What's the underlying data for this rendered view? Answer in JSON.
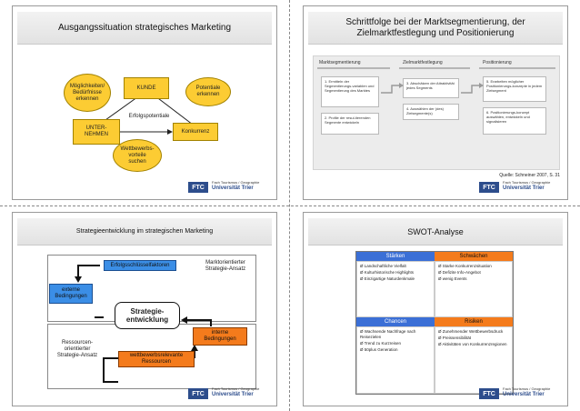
{
  "logo": {
    "mark": "FTC",
    "line1": "Fach Tourismus / Geographie",
    "line2": "Universität Trier",
    "color": "#2d4d8c"
  },
  "slide1": {
    "title": "Ausgangssituation strategisches Marketing",
    "kunde": "KUNDE",
    "moeglichkeiten": "Möglichkeiten/ Bedürfnisse erkennen",
    "potentiale": "Potentiale erkennen",
    "erfolgspotentiale": "Erfolgspotentiale",
    "unternehmen_l1": "UNTER-",
    "unternehmen_l2": "NEHMEN",
    "konkurrenz": "Konkurrenz",
    "wettbewerbs_l1": "Wettbewerbs-",
    "wettbewerbs_l2": "vorteile",
    "wettbewerbs_l3": "suchen"
  },
  "slide2": {
    "title_l1": "Schrittfolge bei der Marktsegmentierung, der",
    "title_l2": "Zielmarktfestlegung und Positionierung",
    "col1": "Marktsegmentierung",
    "col2": "Zielmarktfestlegung",
    "col3": "Positionierung",
    "step1": "1. Ermitteln der Segmentierungs-variablen und Segmentierung des Marktes",
    "step2": "2. Profile der resul-tierenden Segmente entwickeln",
    "step3": "3. Abschätzen der Attraktivität jedes Segments",
    "step4": "4. Auswählen der (des) Zielsegmente(s)",
    "step5": "5. Erarbeiten möglicher Positionierungs-konzepte in jedem Zielsegment",
    "step6": "6. Positionierungs-konzept auswählen, entwickeln und signalisieren",
    "quelle": "Quelle: Schneiner 2007, S. 31"
  },
  "slide3": {
    "title": "Strategieentwicklung im strategischen Marketing",
    "erfolgsschluessel": "Erfolgsschlüsselfaktoren",
    "marktorientiert_l1": "Marktorientierter",
    "marktorientiert_l2": "Strategie-Ansatz",
    "externe_l1": "externe",
    "externe_l2": "Bedingungen",
    "strategie_l1": "Strategie-",
    "strategie_l2": "entwicklung",
    "interne_l1": "interne",
    "interne_l2": "Bedingungen",
    "ressourcen_l1": "Ressourcen-",
    "ressourcen_l2": "orientierter",
    "ressourcen_l3": "Strategie-Ansatz",
    "wettbewerbsrelevante_l1": "wettbewerbsrelevante",
    "wettbewerbsrelevante_l2": "Ressourcen"
  },
  "slide4": {
    "title": "SWOT-Analyse",
    "staerken": "Stärken",
    "schwaechen": "Schwächen",
    "chancen": "Chancen",
    "risiken": "Risiken",
    "staerken_items": [
      "Ø Landschaftliche Vielfalt",
      "Ø Kulturhistorische Highlights",
      "Ø Einzigartige Naturdenkmale"
    ],
    "schwaechen_items": [
      "Ø Starke Konkurrenzsituation",
      "Ø Defizite Info-Angebot",
      "Ø wenig Events"
    ],
    "chancen_items": [
      "Ø Wachsende Nachfrage nach Reisezielen",
      "Ø Trend zu Kurzreisen",
      "Ø 50plus Generation"
    ],
    "risiken_items": [
      "Ø Zunehmender Wettbewerbsdruck",
      "Ø Preissensibilität",
      "Ø Aktivitäten von Konkurrenzregionen"
    ],
    "colors": {
      "header_blue": "#3b6fd6",
      "header_orange": "#f47b1c",
      "cell_bg": "#ffffff"
    }
  }
}
